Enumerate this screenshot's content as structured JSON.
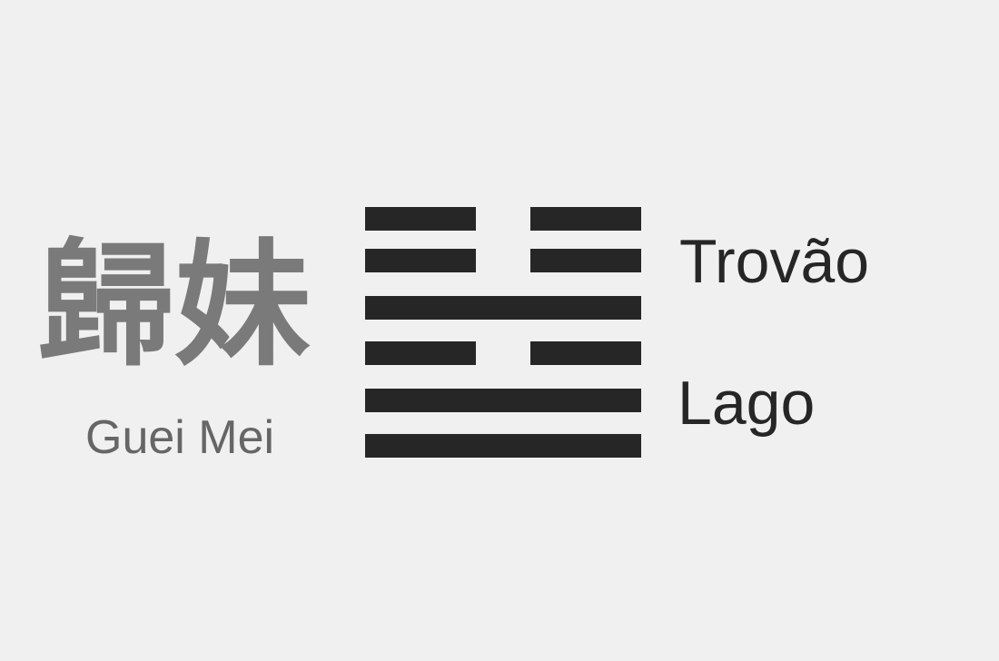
{
  "hexagram": {
    "chinese_name": "歸妹",
    "romanized_name": "Guei Mei",
    "upper_trigram": "Trovão",
    "lower_trigram": "Lago",
    "lines_top_to_bottom": [
      "broken",
      "broken",
      "solid",
      "broken",
      "solid",
      "solid"
    ]
  },
  "colors": {
    "background": "#f0f0f0",
    "line": "#262626",
    "calligraphy": "#7a7a7a",
    "romanization": "#666666"
  }
}
